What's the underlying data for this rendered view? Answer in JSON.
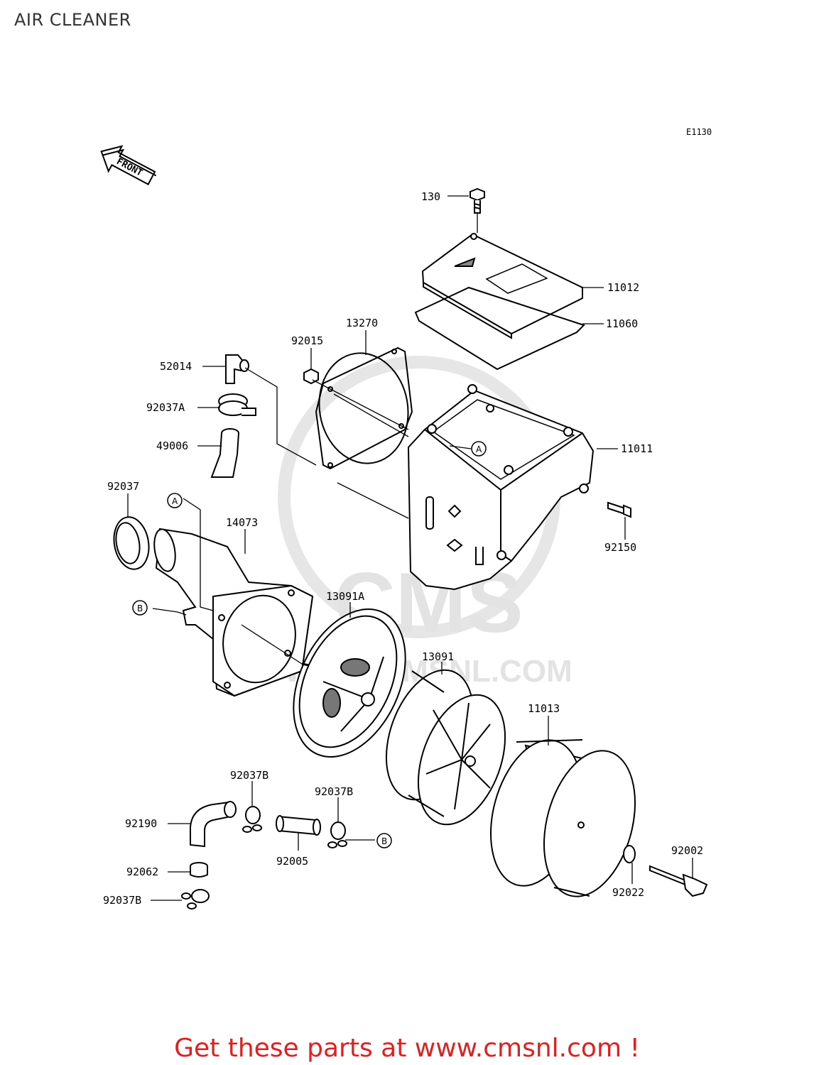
{
  "page": {
    "title": "AIR CLEANER",
    "diagram_code": "E1130",
    "front_arrow_label": "FRONT",
    "footer": "Get these parts at www.cmsnl.com !"
  },
  "watermark": {
    "brand": "CMS",
    "url": "WWW.CMSNL.COM"
  },
  "parts": [
    {
      "id": "130",
      "label": "130"
    },
    {
      "id": "11012",
      "label": "11012"
    },
    {
      "id": "11060",
      "label": "11060"
    },
    {
      "id": "13270",
      "label": "13270"
    },
    {
      "id": "92015",
      "label": "92015"
    },
    {
      "id": "52014",
      "label": "52014"
    },
    {
      "id": "92037A",
      "label": "92037A"
    },
    {
      "id": "49006",
      "label": "49006"
    },
    {
      "id": "11011",
      "label": "11011"
    },
    {
      "id": "92150",
      "label": "92150"
    },
    {
      "id": "92037",
      "label": "92037"
    },
    {
      "id": "14073",
      "label": "14073"
    },
    {
      "id": "13091A",
      "label": "13091A"
    },
    {
      "id": "13091",
      "label": "13091"
    },
    {
      "id": "11013",
      "label": "11013"
    },
    {
      "id": "92037B_a",
      "label": "92037B"
    },
    {
      "id": "92037B_b",
      "label": "92037B"
    },
    {
      "id": "92190",
      "label": "92190"
    },
    {
      "id": "92005",
      "label": "92005"
    },
    {
      "id": "92062",
      "label": "92062"
    },
    {
      "id": "92037B_c",
      "label": "92037B"
    },
    {
      "id": "92002",
      "label": "92002"
    },
    {
      "id": "92022",
      "label": "92022"
    }
  ],
  "callouts": [
    {
      "id": "A1",
      "letter": "A"
    },
    {
      "id": "A2",
      "letter": "A"
    },
    {
      "id": "B1",
      "letter": "B"
    },
    {
      "id": "B2",
      "letter": "B"
    }
  ]
}
